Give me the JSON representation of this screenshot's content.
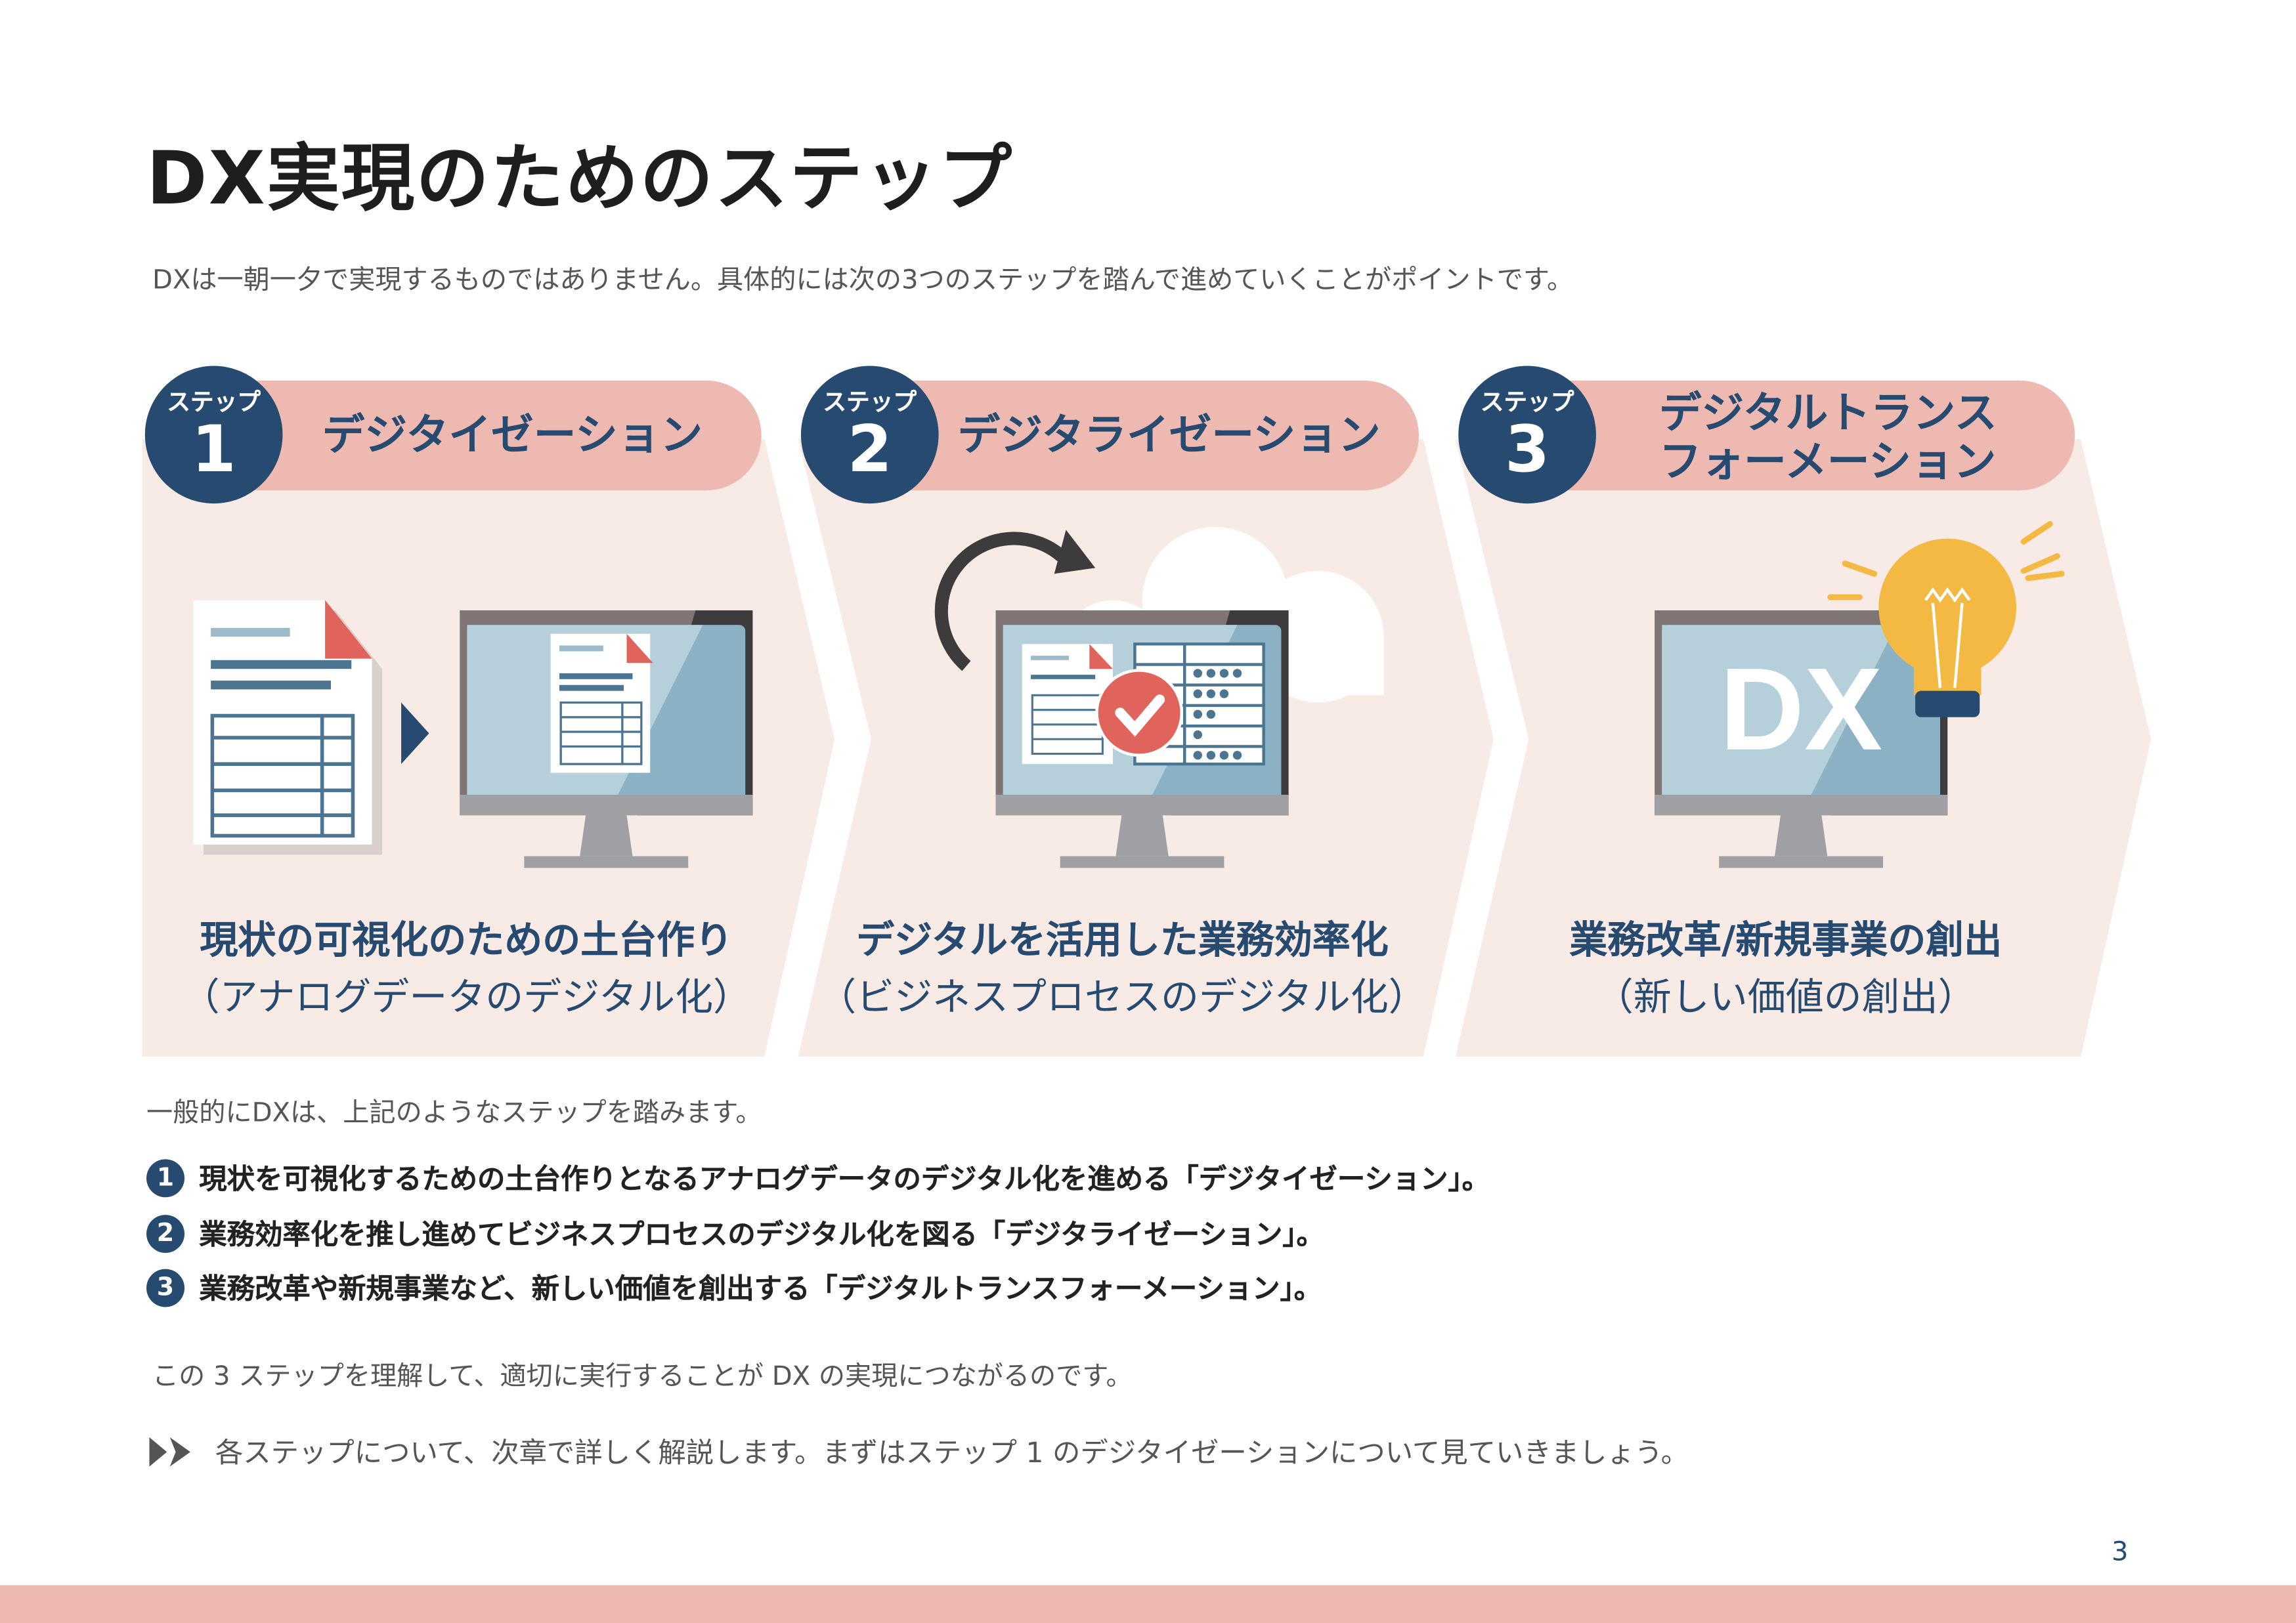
{
  "title": "DX実現のためのステップ",
  "subtitle": "DXは一朝一夕で実現するものではありません。具体的には次の3つのステップを踏んで進めていくことがポイントです。",
  "steps": [
    {
      "label": "ステップ",
      "number": "1",
      "name": "デジタイゼーション",
      "caption": "現状の可視化のための土台作り",
      "caption_sub": "（アナログデータのデジタル化）"
    },
    {
      "label": "ステップ",
      "number": "2",
      "name": "デジタライゼーション",
      "caption": "デジタルを活用した業務効率化",
      "caption_sub": "（ビジネスプロセスのデジタル化）"
    },
    {
      "label": "ステップ",
      "number": "3",
      "name_line1": "デジタルトランス",
      "name_line2": "フォーメーション",
      "caption": "業務改革/新規事業の創出",
      "caption_sub": "（新しい価値の創出）",
      "screen_text": "DX"
    }
  ],
  "intro": "一般的にDXは、上記のようなステップを踏みます。",
  "list": [
    {
      "number": "1",
      "text": "現状を可視化するための土台作りとなるアナログデータのデジタル化を進める「デジタイゼーション」。"
    },
    {
      "number": "2",
      "text": "業務効率化を推し進めてビジネスプロセスのデジタル化を図る「デジタライゼーション」。"
    },
    {
      "number": "3",
      "text": "業務改革や新規事業など、新しい価値を創出する「デジタルトランスフォーメーション」。"
    }
  ],
  "conclusion": "この 3 ステップを理解して、適切に実行することが DX の実現につながるのです。",
  "next": "各ステップについて、次章で詳しく解説します。まずはステップ 1 のデジタイゼーションについて見ていきましょう。",
  "page_number": "3",
  "colors": {
    "navy": "#264a70",
    "pink": "#edb9b0",
    "panel": "#f8ebe6"
  }
}
